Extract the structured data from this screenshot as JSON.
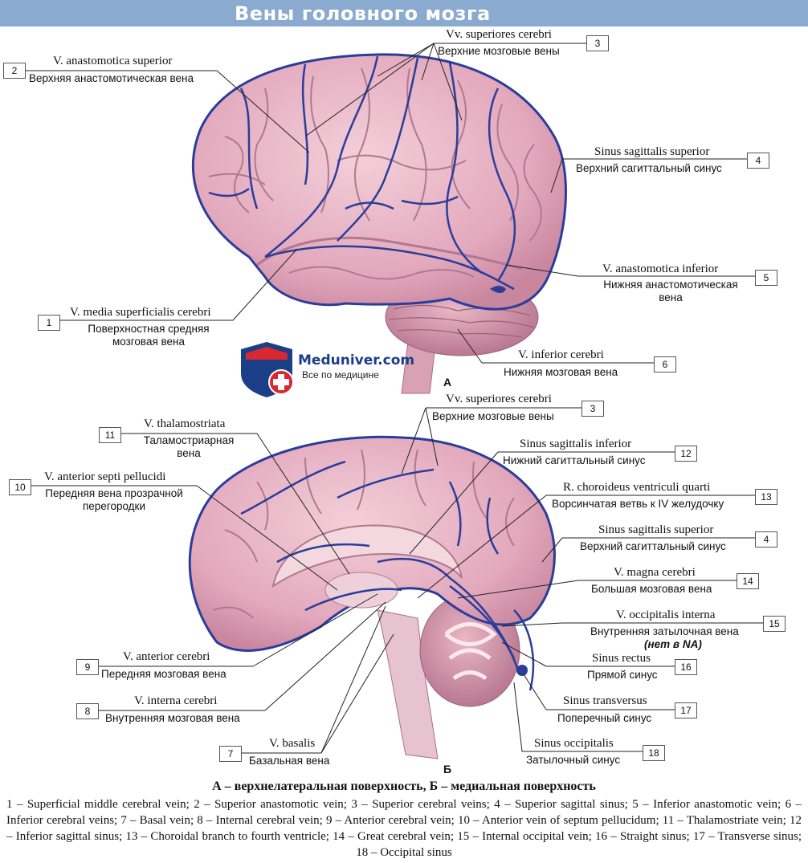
{
  "header": {
    "title": "Вены головного мозга"
  },
  "logo": {
    "name": "Meduniver.com",
    "subtitle": "Все по медицине"
  },
  "figure_letters": {
    "a": "А",
    "b": "Б"
  },
  "labels_top": [
    {
      "num": "3",
      "latin": "Vv. superiores cerebri",
      "russian": "Верхние мозговые вены"
    },
    {
      "num": "2",
      "latin": "V. anastomotica superior",
      "russian": "Верхняя анастомотическая вена"
    },
    {
      "num": "4",
      "latin": "Sinus sagittalis superior",
      "russian": "Верхний сагиттальный синус"
    },
    {
      "num": "5",
      "latin": "V. anastomotica inferior",
      "russian": "Нижняя анастомотическая",
      "russian2": "вена"
    },
    {
      "num": "1",
      "latin": "V. media superficialis cerebri",
      "russian": "Поверхностная средняя",
      "russian2": "мозговая вена"
    },
    {
      "num": "6",
      "latin": "V. inferior cerebri",
      "russian": "Нижняя мозговая вена"
    }
  ],
  "labels_bottom": [
    {
      "num": "3",
      "latin": "Vv. superiores cerebri",
      "russian": "Верхние мозговые вены"
    },
    {
      "num": "11",
      "latin": "V. thalamostriata",
      "russian": "Таламостриарная",
      "russian2": "вена"
    },
    {
      "num": "12",
      "latin": "Sinus sagittalis inferior",
      "russian": "Нижний сагиттальный синус"
    },
    {
      "num": "10",
      "latin": "V. anterior septi pellucidi",
      "russian": "Передняя вена прозрачной",
      "russian2": "перегородки"
    },
    {
      "num": "13",
      "latin": "R. choroideus ventriculi quarti",
      "russian": "Ворсинчатая ветвь к IV желудочку"
    },
    {
      "num": "4",
      "latin": "Sinus sagittalis superior",
      "russian": "Верхний сагиттальный синус"
    },
    {
      "num": "14",
      "latin": "V. magna cerebri",
      "russian": "Большая мозговая вена"
    },
    {
      "num": "15",
      "latin": "V. occipitalis interna",
      "russian": "Внутренняя затылочная вена",
      "note": "(нет в NA)"
    },
    {
      "num": "9",
      "latin": "V. anterior cerebri",
      "russian": "Передняя мозговая вена"
    },
    {
      "num": "16",
      "latin": "Sinus rectus",
      "russian": "Прямой синус"
    },
    {
      "num": "8",
      "latin": "V. interna cerebri",
      "russian": "Внутренняя мозговая вена"
    },
    {
      "num": "17",
      "latin": "Sinus transversus",
      "russian": "Поперечный синус"
    },
    {
      "num": "7",
      "latin": "V. basalis",
      "russian": "Базальная вена"
    },
    {
      "num": "18",
      "latin": "Sinus occipitalis",
      "russian": "Затылочный синус"
    }
  ],
  "caption": "А – верхнелатеральная поверхность, Б – медиальная поверхность",
  "legend": "1 – Superficial middle cerebral vein; 2 – Superior anastomotic vein; 3 – Superior cerebral veins; 4 – Superior sagittal sinus; 5 – Inferior anastomotic vein; 6 – Inferior cerebral veins; 7 – Basal vein; 8 – Internal cerebral vein; 9 – Anterior cerebral vein; 10 – Anterior vein of septum pellucidum; 11 – Thalamostriate vein; 12 – Inferior sagittal sinus; 13 – Choroidal branch to fourth ventricle; 14 – Great cerebral vein; 15 – Internal occipital vein; 16 – Straight sinus; 17 – Transverse sinus; 18 – Occipital sinus",
  "colors": {
    "header": "#8aaad0",
    "brain": "#e8b4c4",
    "brain_dark": "#c98aa2",
    "vein": "#2b3d9a",
    "logo_blue": "#1b3f86",
    "logo_red": "#d9282f"
  }
}
